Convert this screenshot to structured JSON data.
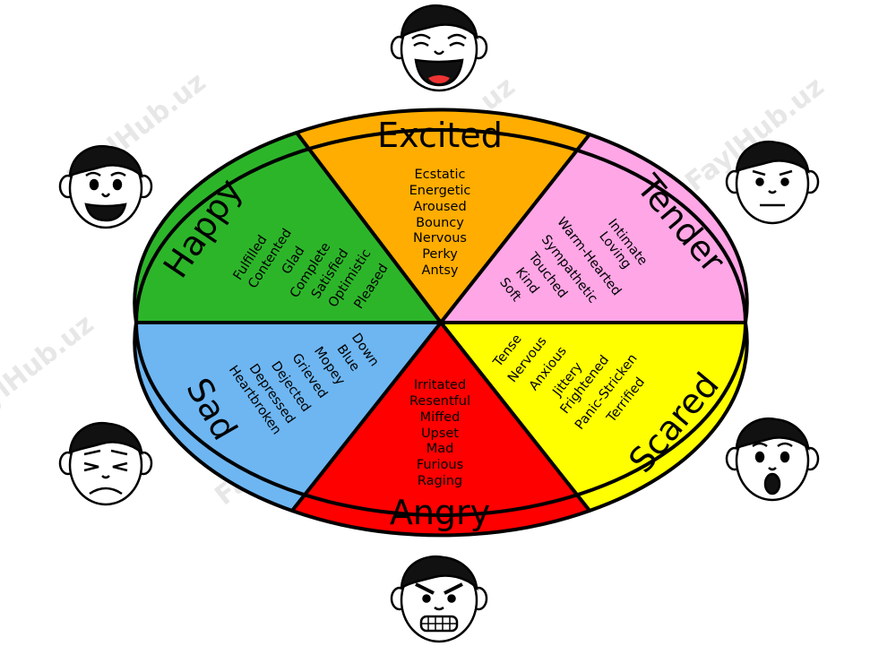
{
  "wheel": {
    "sectors": [
      {
        "key": "excited",
        "label": "Excited",
        "color": "#ffad00",
        "words": [
          "Ecstatic",
          "Energetic",
          "Aroused",
          "Bouncy",
          "Nervous",
          "Perky",
          "Antsy"
        ]
      },
      {
        "key": "tender",
        "label": "Tender",
        "color": "#ffa6e6",
        "words": [
          "Intimate",
          "Loving",
          "Warm-Hearted",
          "Sympathetic",
          "Touched",
          "Kind",
          "Soft"
        ]
      },
      {
        "key": "scared",
        "label": "Scared",
        "color": "#ffff00",
        "words": [
          "Tense",
          "Nervous",
          "Anxious",
          "Jittery",
          "Frightened",
          "Panic-Stricken",
          "Terrified"
        ]
      },
      {
        "key": "angry",
        "label": "Angry",
        "color": "#ff0000",
        "words": [
          "Irritated",
          "Resentful",
          "Miffed",
          "Upset",
          "Mad",
          "Furious",
          "Raging"
        ]
      },
      {
        "key": "sad",
        "label": "Sad",
        "color": "#6db6f2",
        "words": [
          "Down",
          "Blue",
          "Mopey",
          "Grieved",
          "Dejected",
          "Depressed",
          "Heartbroken"
        ]
      },
      {
        "key": "happy",
        "label": "Happy",
        "color": "#2db52a",
        "words": [
          "Fulfilled",
          "Contented",
          "Glad",
          "Complete",
          "Satisfied",
          "Optimistic",
          "Pleased"
        ]
      }
    ]
  },
  "faces": [
    {
      "key": "excited",
      "icon": "laughing-face-icon"
    },
    {
      "key": "tender",
      "icon": "neutral-face-icon"
    },
    {
      "key": "scared",
      "icon": "shocked-face-icon"
    },
    {
      "key": "angry",
      "icon": "angry-face-icon"
    },
    {
      "key": "sad",
      "icon": "crying-face-icon"
    },
    {
      "key": "happy",
      "icon": "smiling-face-icon"
    }
  ],
  "watermark": "FaylHub.uz"
}
